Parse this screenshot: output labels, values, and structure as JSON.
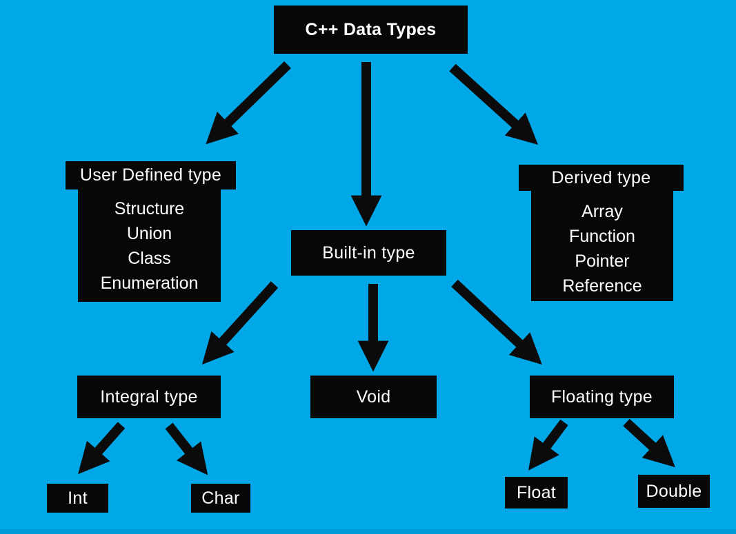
{
  "diagram": {
    "title": "C++ Data Types",
    "colors": {
      "background": "#00A8E8",
      "node_background": "#070707",
      "node_text": "#FFFFFF",
      "arrow": "#0B0B0B"
    },
    "nodes": {
      "root": {
        "label": "C++ Data Types"
      },
      "user_defined": {
        "label": "User Defined type",
        "items": [
          "Structure",
          "Union",
          "Class",
          "Enumeration"
        ]
      },
      "built_in": {
        "label": "Built-in type"
      },
      "derived": {
        "label": "Derived type",
        "items": [
          "Array",
          "Function",
          "Pointer",
          "Reference"
        ]
      },
      "integral": {
        "label": "Integral type"
      },
      "void": {
        "label": "Void"
      },
      "floating": {
        "label": "Floating type"
      },
      "int": {
        "label": "Int"
      },
      "char": {
        "label": "Char"
      },
      "float": {
        "label": "Float"
      },
      "double": {
        "label": "Double"
      }
    },
    "edges": [
      "root -> user_defined",
      "root -> built_in",
      "root -> derived",
      "built_in -> integral",
      "built_in -> void",
      "built_in -> floating",
      "integral -> int",
      "integral -> char",
      "floating -> float",
      "floating -> double"
    ]
  }
}
